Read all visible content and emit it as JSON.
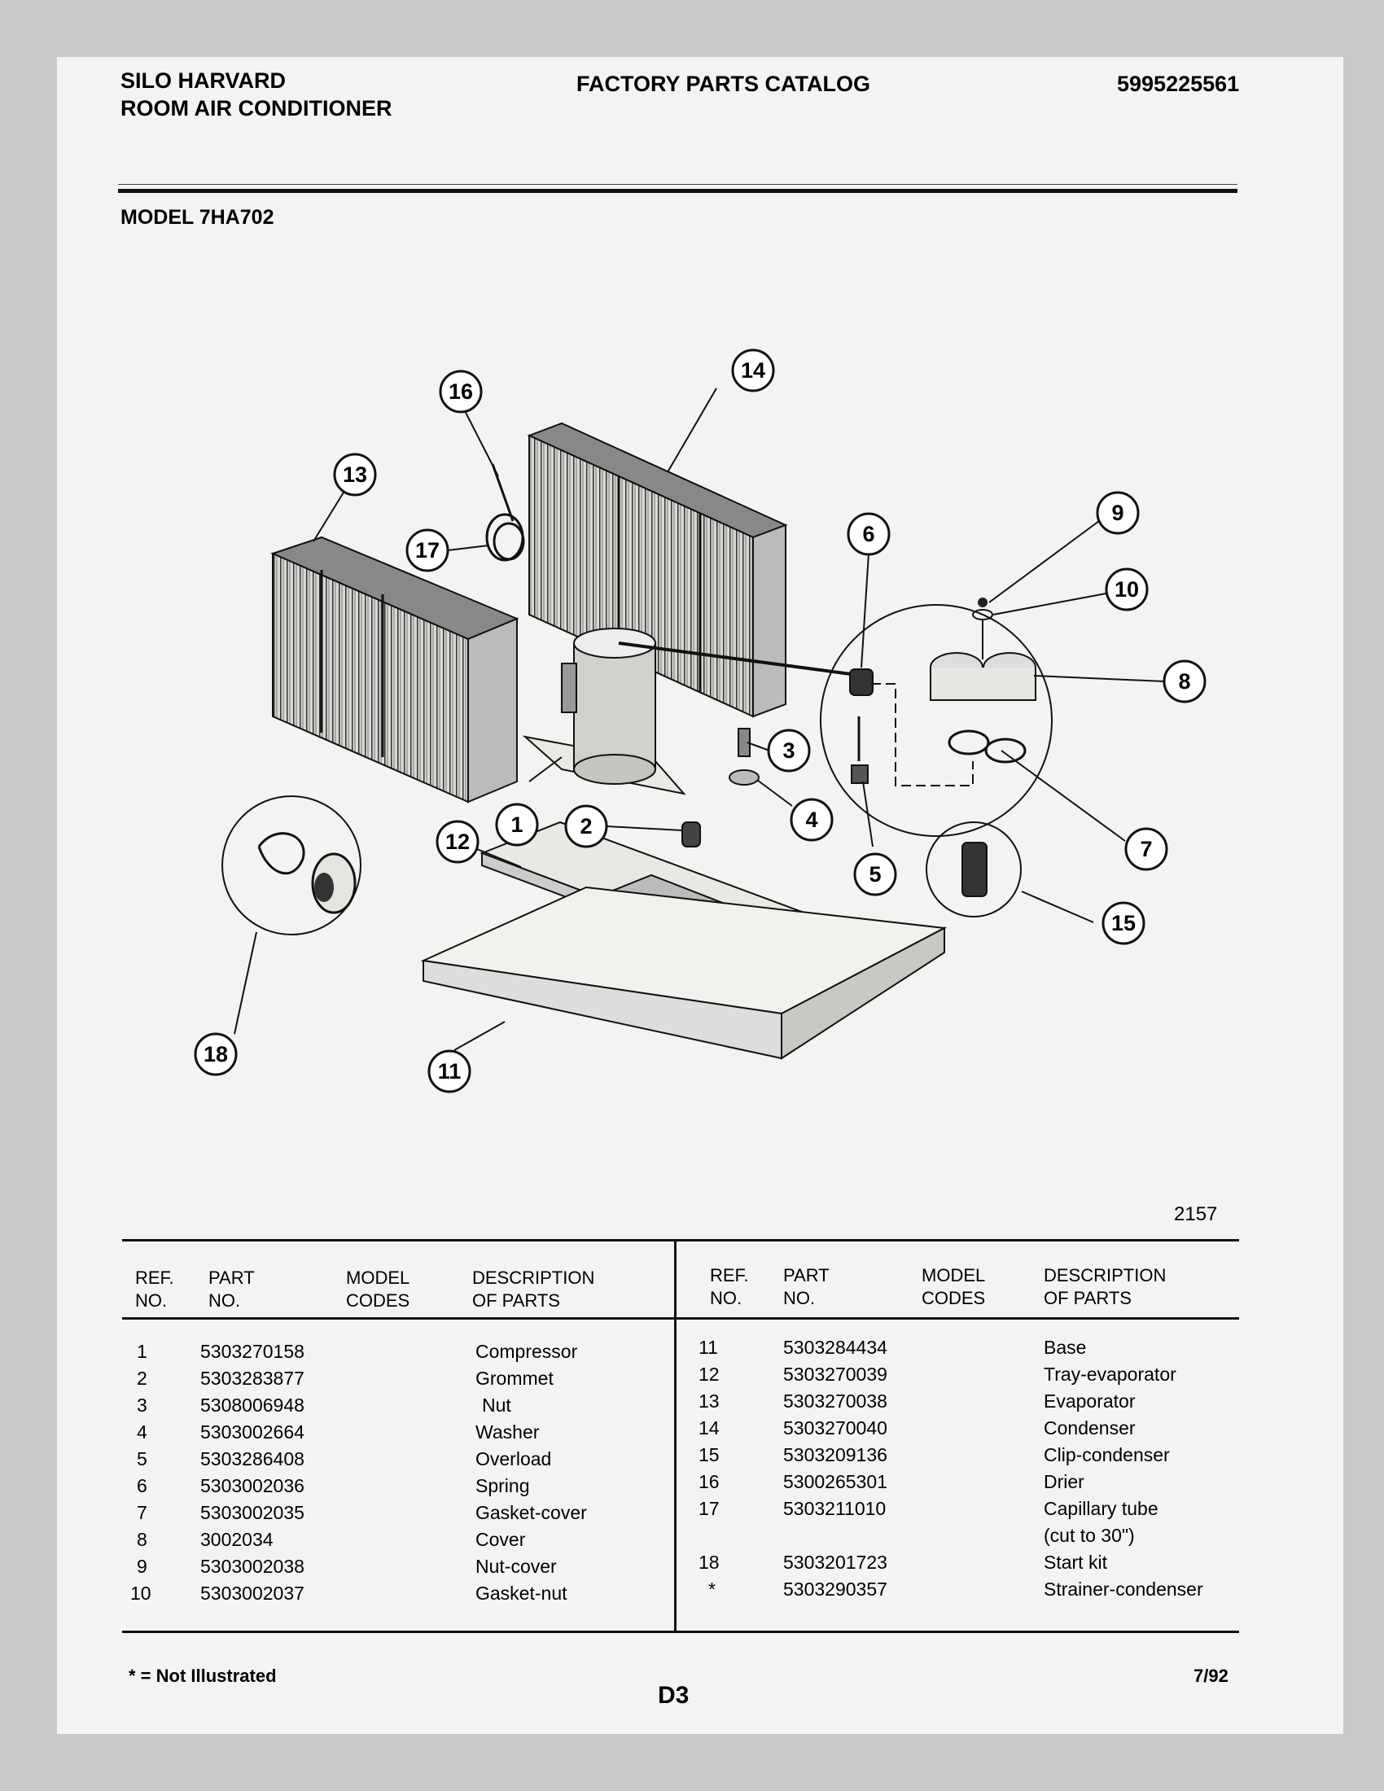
{
  "header": {
    "brand_line1": "SILO HARVARD",
    "brand_line2": "ROOM AIR CONDITIONER",
    "catalog_title": "FACTORY PARTS CATALOG",
    "catalog_number": "5995225561",
    "model": "MODEL 7HA702"
  },
  "diagram": {
    "figure_number": "2157",
    "callouts": [
      "1",
      "2",
      "3",
      "4",
      "5",
      "6",
      "7",
      "8",
      "9",
      "10",
      "11",
      "12",
      "13",
      "14",
      "15",
      "16",
      "17",
      "18"
    ]
  },
  "table": {
    "headers": {
      "ref": [
        "REF.",
        "NO."
      ],
      "part": [
        "PART",
        "NO."
      ],
      "model": [
        "MODEL",
        "CODES"
      ],
      "desc": [
        "DESCRIPTION",
        "OF PARTS"
      ]
    },
    "left_rows": [
      {
        "ref": "1",
        "part": "5303270158",
        "codes": "",
        "desc": "Compressor"
      },
      {
        "ref": "2",
        "part": "5303283877",
        "codes": "",
        "desc": "Grommet"
      },
      {
        "ref": "3",
        "part": "5308006948",
        "codes": "",
        "desc": "Nut"
      },
      {
        "ref": "4",
        "part": "5303002664",
        "codes": "",
        "desc": "Washer"
      },
      {
        "ref": "5",
        "part": "5303286408",
        "codes": "",
        "desc": "Overload"
      },
      {
        "ref": "6",
        "part": "5303002036",
        "codes": "",
        "desc": "Spring"
      },
      {
        "ref": "7",
        "part": "5303002035",
        "codes": "",
        "desc": "Gasket-cover"
      },
      {
        "ref": "8",
        "part": "3002034",
        "codes": "",
        "desc": "Cover"
      },
      {
        "ref": "9",
        "part": "5303002038",
        "codes": "",
        "desc": "Nut-cover"
      },
      {
        "ref": "10",
        "part": "5303002037",
        "codes": "",
        "desc": "Gasket-nut"
      }
    ],
    "right_rows": [
      {
        "ref": "11",
        "part": "5303284434",
        "codes": "",
        "desc": "Base"
      },
      {
        "ref": "12",
        "part": "5303270039",
        "codes": "",
        "desc": "Tray-evaporator"
      },
      {
        "ref": "13",
        "part": "5303270038",
        "codes": "",
        "desc": "Evaporator"
      },
      {
        "ref": "14",
        "part": "5303270040",
        "codes": "",
        "desc": "Condenser"
      },
      {
        "ref": "15",
        "part": "5303209136",
        "codes": "",
        "desc": "Clip-condenser"
      },
      {
        "ref": "16",
        "part": "5300265301",
        "codes": "",
        "desc": "Drier"
      },
      {
        "ref": "17",
        "part": "5303211010",
        "codes": "",
        "desc": "Capillary tube"
      },
      {
        "ref": "",
        "part": "",
        "codes": "",
        "desc": "(cut to 30\")"
      },
      {
        "ref": "18",
        "part": "5303201723",
        "codes": "",
        "desc": "Start kit"
      },
      {
        "ref": "*",
        "part": "5303290357",
        "codes": "",
        "desc": "Strainer-condenser"
      }
    ]
  },
  "footer": {
    "note": "* = Not Illustrated",
    "page": "D3",
    "date": "7/92"
  }
}
